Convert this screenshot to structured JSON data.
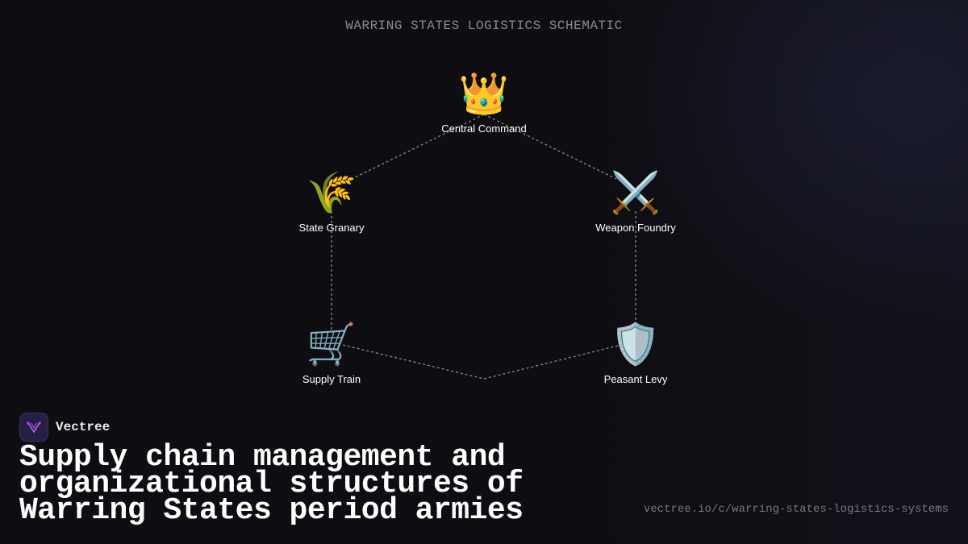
{
  "diagram": {
    "title": "WARRING STATES LOGISTICS SCHEMATIC",
    "nodes": [
      {
        "id": "central-command",
        "icon": "crown-icon",
        "glyph": "👑",
        "label": "Central Command"
      },
      {
        "id": "state-granary",
        "icon": "wheat-icon",
        "glyph": "🌾",
        "label": "State Granary"
      },
      {
        "id": "weapon-foundry",
        "icon": "crossed-swords-icon",
        "glyph": "⚔️",
        "label": "Weapon Foundry"
      },
      {
        "id": "supply-train",
        "icon": "shopping-cart-icon",
        "glyph": "🛒",
        "label": "Supply Train"
      },
      {
        "id": "peasant-levy",
        "icon": "shield-icon",
        "glyph": "🛡️",
        "label": "Peasant Levy"
      }
    ],
    "edges": [
      [
        "central-command",
        "state-granary"
      ],
      [
        "central-command",
        "weapon-foundry"
      ],
      [
        "state-granary",
        "supply-train"
      ],
      [
        "weapon-foundry",
        "peasant-levy"
      ],
      [
        "supply-train",
        "peasant-levy"
      ]
    ],
    "edge_color": "#8a8a8a"
  },
  "brand": {
    "name": "Vectree",
    "logo_icon": "vectree-logo-icon",
    "accent": "#8b5cf6"
  },
  "headline": {
    "line1": "Supply chain management and",
    "line2": "organizational structures of",
    "line3": "Warring States period armies"
  },
  "footer": {
    "url": "vectree.io/c/warring-states-logistics-systems"
  }
}
